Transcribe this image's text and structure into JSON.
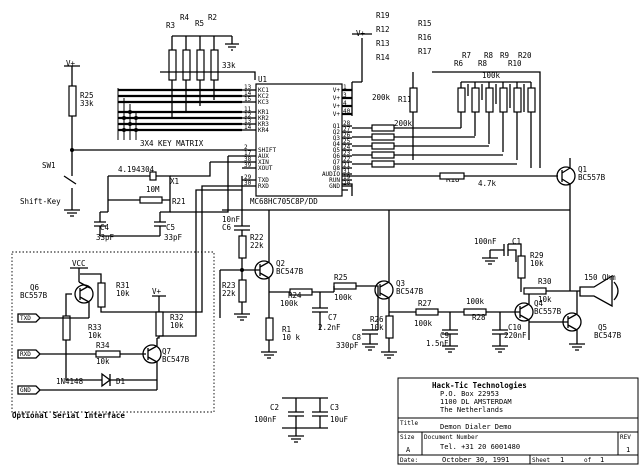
{
  "title_block": {
    "company": "Hack-Tic Technologies",
    "address_1": "P.O. Box 22953",
    "address_2": "1100 DL AMSTERDAM",
    "address_3": "The Netherlands",
    "title_label": "Title",
    "title": "Demon Dialer Demo",
    "size_label": "Size",
    "size": "A",
    "doc_label": "Document Number",
    "doc_number": "Tel. +31 20 6001480",
    "rev_label": "REV",
    "rev": "1",
    "date_label": "Date:",
    "date": "October 30, 1991",
    "sheet_label": "Sheet",
    "sheet": "1",
    "of_label": "of",
    "of": "1"
  },
  "chip": {
    "ref": "U1",
    "part": "MC68HC705C8P/DD",
    "left_pins": [
      {
        "num": "13",
        "name": "KC1"
      },
      {
        "num": "14",
        "name": "KC2"
      },
      {
        "num": "15",
        "name": "KC3"
      },
      {
        "num": "11",
        "name": "KR1"
      },
      {
        "num": "12",
        "name": "KR2"
      },
      {
        "num": "13",
        "name": "KR3"
      },
      {
        "num": "14",
        "name": "KR4"
      },
      {
        "num": "2",
        "name": "SHIFT"
      },
      {
        "num": "17",
        "name": "AUX"
      },
      {
        "num": "38",
        "name": "XIN"
      },
      {
        "num": "39",
        "name": "XOUT"
      },
      {
        "num": "29",
        "name": "TXD"
      },
      {
        "num": "30",
        "name": "RXD"
      }
    ],
    "right_pins": [
      {
        "num": "1",
        "name": "V+"
      },
      {
        "num": "3",
        "name": "V+"
      },
      {
        "num": "4",
        "name": "V+"
      },
      {
        "num": "40",
        "name": "V+"
      },
      {
        "num": "28",
        "name": "Q1"
      },
      {
        "num": "27",
        "name": "Q2"
      },
      {
        "num": "26",
        "name": "Q3"
      },
      {
        "num": "25",
        "name": "Q4"
      },
      {
        "num": "24",
        "name": "Q5"
      },
      {
        "num": "23",
        "name": "Q6"
      },
      {
        "num": "22",
        "name": "Q7"
      },
      {
        "num": "21",
        "name": "Q8"
      },
      {
        "num": "31",
        "name": "AUDIO"
      },
      {
        "num": "19",
        "name": "RUN"
      },
      {
        "num": "20",
        "name": "GND"
      }
    ]
  },
  "labels": {
    "keypad": "3X4 KEY MATRIX",
    "serial_box": "Optional Serial Interface",
    "shift_key": "Shift-Key",
    "sw1": "SW1",
    "vcc": "VCC",
    "vplus": "V+",
    "r_ladder_bank": [
      "R7",
      "R8",
      "R9",
      "R20",
      "R6",
      "R8",
      "R10"
    ],
    "r_top_list": [
      "R19",
      "R12",
      "R13",
      "R14",
      "R15",
      "R16",
      "R17"
    ],
    "r_top_left": [
      "R4",
      "R5",
      "R2",
      "R3"
    ],
    "r_33k": "33k",
    "r_100k": "100k",
    "r25": [
      "R25",
      "33k"
    ],
    "r11": [
      "R11",
      "200k"
    ],
    "r200k": "200k",
    "x1": [
      "4.194304",
      "X1"
    ],
    "r10m": [
      "10M",
      "R21"
    ],
    "c4": [
      "C4",
      "33pF"
    ],
    "c5": [
      "C5",
      "33pF"
    ],
    "r18": [
      "R18",
      "4.7k"
    ],
    "q1": [
      "Q1",
      "BC557B"
    ],
    "c6": [
      "10nF",
      "C6"
    ],
    "r22": [
      "R22",
      "22k"
    ],
    "r23": [
      "R23",
      "22k"
    ],
    "q2": [
      "Q2",
      "BC547B"
    ],
    "r25b": [
      "R25",
      "100k"
    ],
    "r24": [
      "R24",
      "100k"
    ],
    "c7": [
      "C7",
      "2.2nF"
    ],
    "r1": [
      "R1",
      "10 k"
    ],
    "c8": [
      "C8",
      "330pF"
    ],
    "q3": [
      "Q3",
      "BC547B"
    ],
    "r26": [
      "R26",
      "10k"
    ],
    "r27": [
      "R27",
      "100k"
    ],
    "c9": [
      "C9",
      "1.5nF"
    ],
    "r28": [
      "100k",
      "R28"
    ],
    "c1": [
      "100nF",
      "C1"
    ],
    "r29": [
      "R29",
      "10k"
    ],
    "r30": [
      "R30",
      "10k"
    ],
    "q4": [
      "Q4",
      "BC557B"
    ],
    "c10": [
      "C10",
      "220nF"
    ],
    "q5": [
      "Q5",
      "BC547B"
    ],
    "speaker": "150 Ohm",
    "q6": [
      "Q6",
      "BC557B"
    ],
    "r31": [
      "R31",
      "10k"
    ],
    "r33": [
      "R33",
      "10k"
    ],
    "r34": [
      "R34",
      "10k"
    ],
    "r32": [
      "R32",
      "10k"
    ],
    "q7": [
      "Q7",
      "BC547B"
    ],
    "d1": [
      "1N4148",
      "D1"
    ],
    "txd": "TXD",
    "rxd": "RXD",
    "gnd": "GND",
    "c2": [
      "C2",
      "100nF"
    ],
    "c3": [
      "C3",
      "10uF"
    ]
  }
}
